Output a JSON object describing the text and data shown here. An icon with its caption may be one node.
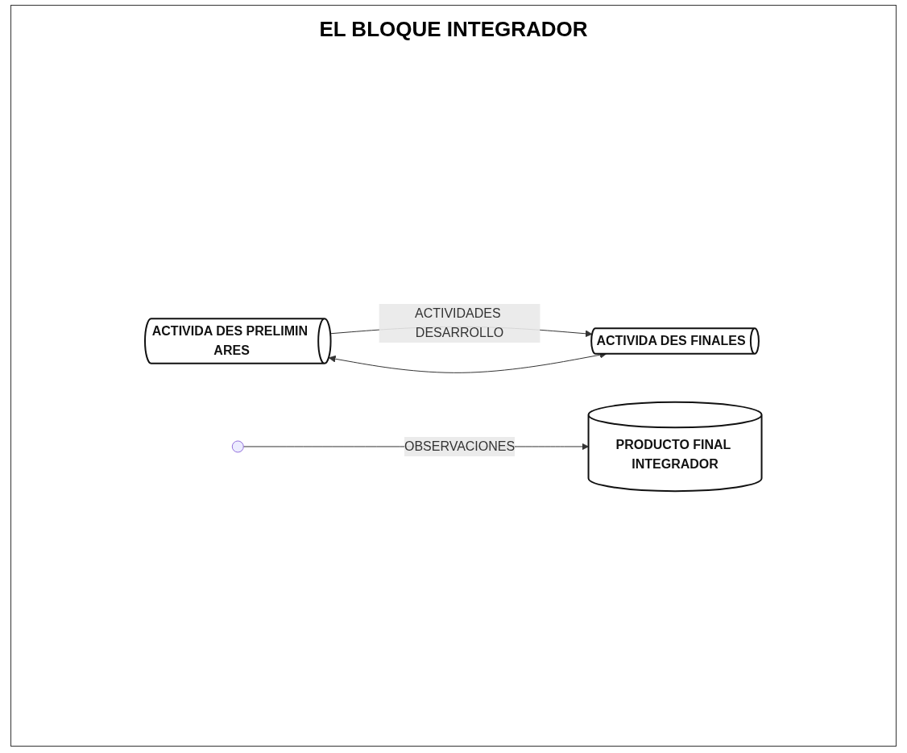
{
  "diagram": {
    "title": "EL BLOQUE INTEGRADOR",
    "nodes": [
      {
        "text": [
          "ACTIVIDA DES PRELIMIN ARES"
        ]
      },
      {
        "text": [
          "ACTIVIDA DES FINALES"
        ]
      },
      {
        "text": [
          "PRODUCTO FINAL INTEGRADOR"
        ]
      }
    ],
    "edges": [
      {
        "from": 0,
        "to": 1,
        "arrow": "to",
        "label": "ACTIVIDADES DESARROLLO"
      },
      {
        "from": 0,
        "to": 1,
        "arrow": "both"
      },
      {
        "from": null,
        "to": 2,
        "arrow": "to",
        "label": "OBSERVACIONES"
      }
    ]
  }
}
